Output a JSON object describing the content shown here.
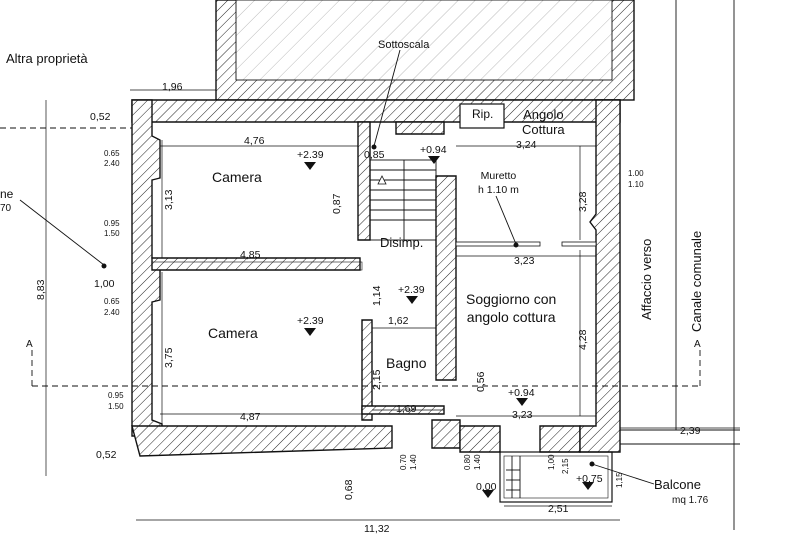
{
  "labels": {
    "altra_proprieta": "Altra proprietà",
    "sottoscala": "Sottoscala",
    "rip": "Rip.",
    "angolo_cottura": "Angolo\nCottura",
    "camera_1": "Camera",
    "camera_2": "Camera",
    "disimpegno": "Disimp.",
    "muretto": "Muretto\nh 1.10 m",
    "soggiorno": "Soggiorno con\nangolo cottura",
    "bagno": "Bagno",
    "affaccio": "Affaccio verso",
    "canale": "Canale comunale",
    "balcone": "Balcone",
    "balcone_area": "mq 1.76",
    "left_partial_1": "ne",
    "left_partial_2": "70",
    "section_a_left": "A",
    "section_a_right": "A"
  },
  "dimensions": {
    "top_196": "1,96",
    "left_052_top": "0,52",
    "left_052_bottom": "0,52",
    "total_height": "8,83",
    "total_width": "11,32",
    "camera1_w": "4,76",
    "camera1_h": "3,13",
    "camera1_wall": "4,85",
    "camera2_h": "3,75",
    "camera2_w": "4,87",
    "pier_100": "1,00",
    "sottoscala_h": "0,85",
    "stair_087": "0,87",
    "kitchen_w": "3,24",
    "kitchen_h": "3,28",
    "soggiorno_w_top": "3,23",
    "soggiorno_w_bottom": "3,23",
    "soggiorno_h": "4,28",
    "bagno_114": "1,14",
    "bagno_162": "1,62",
    "bagno_215": "2,15",
    "bagno_169": "1,69",
    "door_056": "0,56",
    "balcony_239": "2,39",
    "balcony_251": "2,51",
    "door_068": "0,68",
    "balc_115": "1,15",
    "balc_215": "2,15",
    "balc_100": "1,00"
  },
  "window_marks": {
    "w1a": "0.65",
    "w1b": "2.40",
    "w2a": "0.95",
    "w2b": "1.50",
    "w3a": "0.65",
    "w3b": "2.40",
    "w4a": "0.95",
    "w4b": "1.50",
    "w5a": "1.00",
    "w5b": "1.10",
    "w6a": "0.70",
    "w6b": "1.40",
    "w7a": "0.80",
    "w7b": "1.40"
  },
  "elevations": {
    "camera1": "+2.39",
    "camera2": "+2.39",
    "disimp": "+2.39",
    "stair_top": "+0.94",
    "soggiorno_bottom": "+0.94",
    "entrance": "0.00",
    "balcony": "+0.75"
  }
}
